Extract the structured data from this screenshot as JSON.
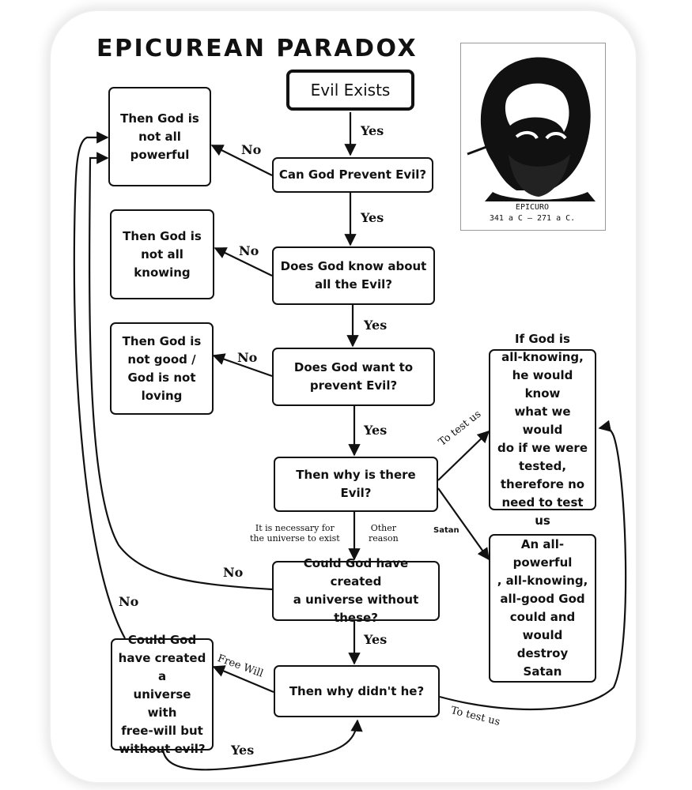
{
  "title": "EPICUREAN PARADOX",
  "portrait": {
    "name": "EPICURO",
    "dates": "341 a C  — 271 a C."
  },
  "boxes": {
    "evil_exists": "Evil Exists",
    "can_prevent": "Can God Prevent Evil?",
    "not_powerful": "Then God is\nnot all\npowerful",
    "does_know": "Does God know about\nall the Evil?",
    "not_knowing": "Then God is\nnot all\nknowing",
    "want_prevent": "Does God want to\nprevent Evil?",
    "not_good": "Then God is\nnot good /\nGod is not\nloving",
    "why_evil": "Then why is there Evil?",
    "test_answer": "If God is\nall-knowing,\nhe would know\nwhat we would\ndo if we were\ntested,\ntherefore no\nneed to test us",
    "satan_answer": "An all-powerful\n, all-knowing,\nall-good God\ncould and\nwould destroy\nSatan",
    "could_create": "Could God have created\na universe without\nthese?",
    "why_didnt": "Then why didn't he?",
    "free_will_q": "Could God\nhave created a\nuniverse with\nfree-will but\nwithout evil?"
  },
  "labels": {
    "yes1": "Yes",
    "yes2": "Yes",
    "yes3": "Yes",
    "yes4": "Yes",
    "yes5": "Yes",
    "yes6": "Yes",
    "no1": "No",
    "no2": "No",
    "no3": "No",
    "no4": "No",
    "no5": "No",
    "necessary": "It is necessary for\nthe universe to exist",
    "other": "Other\nreason",
    "satan": "Satan",
    "to_test_us_1": "To test us",
    "to_test_us_2": "To test us",
    "free_will": "Free Will"
  }
}
